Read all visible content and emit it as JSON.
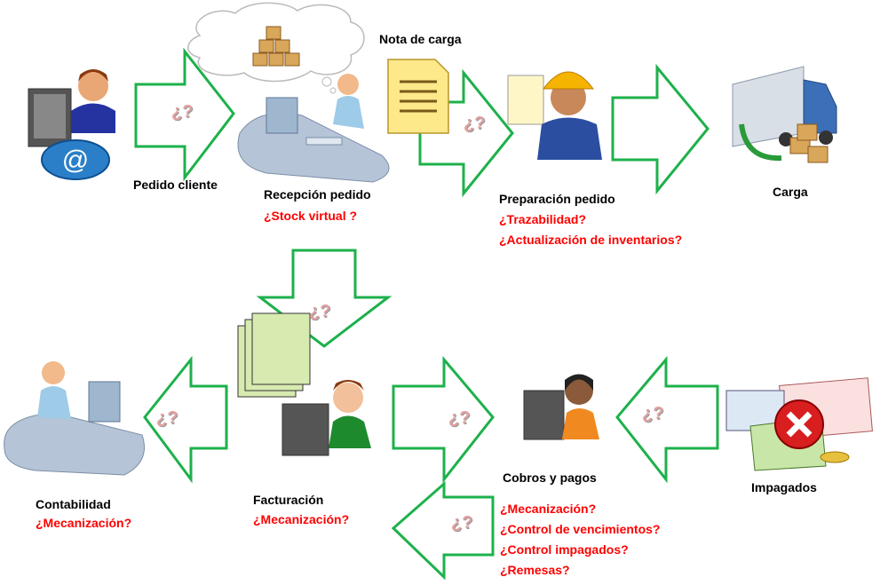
{
  "colors": {
    "arrow": "#1db14b",
    "question": "#ff0000",
    "label": "#000000"
  },
  "arrow_mark": "¿?",
  "nodes": {
    "pedido_cliente": {
      "label": "Pedido cliente"
    },
    "recepcion": {
      "label": "Recepción pedido",
      "questions": [
        "¿Stock virtual ?"
      ]
    },
    "nota_carga": {
      "label": "Nota de carga"
    },
    "preparacion": {
      "label": "Preparación pedido",
      "questions": [
        "¿Trazabilidad?",
        "¿Actualización de inventarios?"
      ]
    },
    "carga": {
      "label": "Carga"
    },
    "contabilidad": {
      "label": "Contabilidad",
      "questions": [
        "¿Mecanización?"
      ]
    },
    "facturacion": {
      "label": "Facturación",
      "questions": [
        "¿Mecanización?"
      ]
    },
    "cobros": {
      "label": "Cobros y pagos",
      "questions": [
        "¿Mecanización?",
        "¿Control de vencimientos?",
        "¿Control impagados?",
        "¿Remesas?"
      ]
    },
    "impagados": {
      "label": "Impagados"
    }
  }
}
